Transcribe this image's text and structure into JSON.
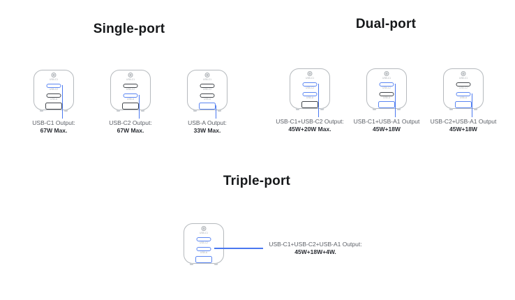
{
  "sections": [
    {
      "title": "Single-port",
      "chargers": [
        {
          "highlight": [
            "c1"
          ],
          "line1": "USB-C1 Output:",
          "line2": "67W Max."
        },
        {
          "highlight": [
            "c2"
          ],
          "line1": "USB-C2 Output:",
          "line2": "67W Max."
        },
        {
          "highlight": [
            "a1"
          ],
          "line1": "USB-A Output:",
          "line2": "33W Max."
        }
      ]
    },
    {
      "title": "Dual-port",
      "chargers": [
        {
          "highlight": [
            "c1",
            "c2"
          ],
          "line1": "USB-C1+USB-C2 Output:",
          "line2": "45W+20W Max."
        },
        {
          "highlight": [
            "c1",
            "a1"
          ],
          "line1": "USB-C1+USB-A1 Output",
          "line2": "45W+18W"
        },
        {
          "highlight": [
            "c2",
            "a1"
          ],
          "line1": "USB-C2+USB-A1 Output",
          "line2": "45W+18W"
        }
      ]
    },
    {
      "title": "Triple-port",
      "chargers": [
        {
          "highlight": [
            "c1",
            "c2",
            "a1"
          ],
          "line1": "USB-C1+USB-C2+USB-A1 Output:",
          "line2": "45W+18W+4W.",
          "label_layout": "right"
        }
      ]
    }
  ],
  "ports": [
    {
      "id": "c1",
      "label": "USB-C1",
      "type": "c"
    },
    {
      "id": "c2",
      "label": "USB-C2",
      "type": "c"
    },
    {
      "id": "a1",
      "label": "USB-A",
      "type": "a"
    }
  ],
  "colors": {
    "accent_blue": "#4a78f0",
    "port_highlight_blue": "#5b86f2",
    "port_dark": "#43474c",
    "charger_outline": "#b5b9bd",
    "caption_text": "#5b5f66",
    "caption_bold_text": "#2a2d33",
    "heading_text": "#16181a",
    "background": "#ffffff"
  }
}
